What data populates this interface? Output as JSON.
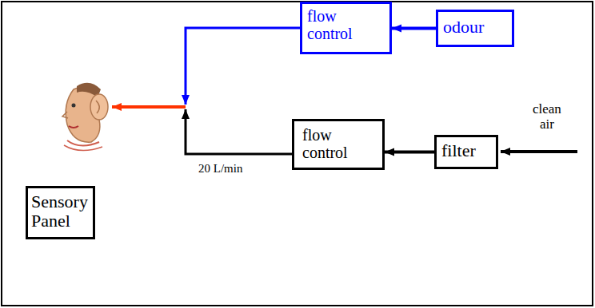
{
  "diagram": {
    "nodes": [
      {
        "text": [
          "flow control"
        ]
      },
      {
        "text": [
          "odour"
        ]
      },
      {
        "text": [
          "flow control"
        ]
      },
      {
        "text": [
          "filter"
        ]
      },
      {
        "text": [
          "Sensory Panel"
        ]
      }
    ],
    "edges": [
      {
        "from": 1,
        "to": 0,
        "arrow": "to"
      },
      {
        "from": 3,
        "to": 2,
        "arrow": "to"
      }
    ],
    "labels": [
      "clean air",
      "20 L/min"
    ]
  }
}
